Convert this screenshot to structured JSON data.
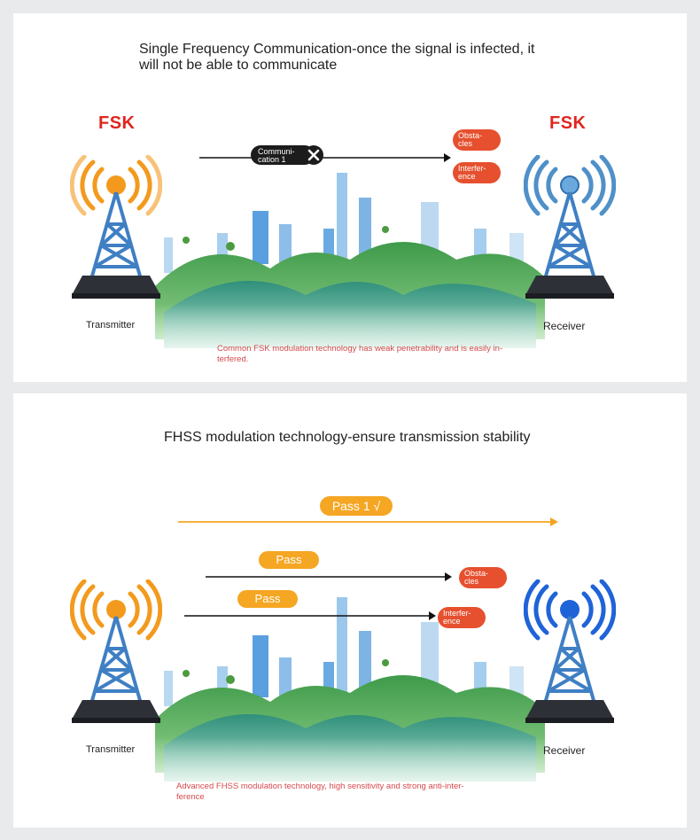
{
  "panel1": {
    "title_line1": "Single Frequency Communication-once the signal is infected, it",
    "title_line2": "will not be able to communicate",
    "left_label": "FSK",
    "right_label": "FSK",
    "comm_line1": "Communi-",
    "comm_line2": "cation 1",
    "obstacle_line1": "Obsta-",
    "obstacle_line2": "cles",
    "interference_line1": "Interfer-",
    "interference_line2": "ence",
    "transmitter": "Transmitter",
    "receiver": "Receiver",
    "note_line1": "Common FSK modulation technology has weak penetrability and is easily in-",
    "note_line2": "terfered."
  },
  "panel2": {
    "title": "FHSS modulation technology-ensure transmission stability",
    "pass1": "Pass 1 √",
    "pass2": "Pass",
    "pass3": "Pass",
    "obstacle_line1": "Obsta-",
    "obstacle_line2": "cles",
    "interference_line1": "Interfer-",
    "interference_line2": "ence",
    "transmitter": "Transmitter",
    "receiver": "Receiver",
    "note_line1": "Advanced FHSS modulation technology, high sensitivity and strong anti-inter-",
    "note_line2": "ference"
  },
  "colors": {
    "fsk_red": "#e0261f",
    "tower_orange": "#f39a1e",
    "tower_blue_light": "#4f90c9",
    "tower_blue_strong": "#1f63d8",
    "pill_red": "#e6502f",
    "pill_orange": "#f5a623",
    "note_red": "#d6494d"
  },
  "icons": {
    "transmitter_tower": "orange-signal-tower-icon",
    "receiver_tower": "blue-signal-tower-icon",
    "blocked": "x-circle-icon"
  }
}
